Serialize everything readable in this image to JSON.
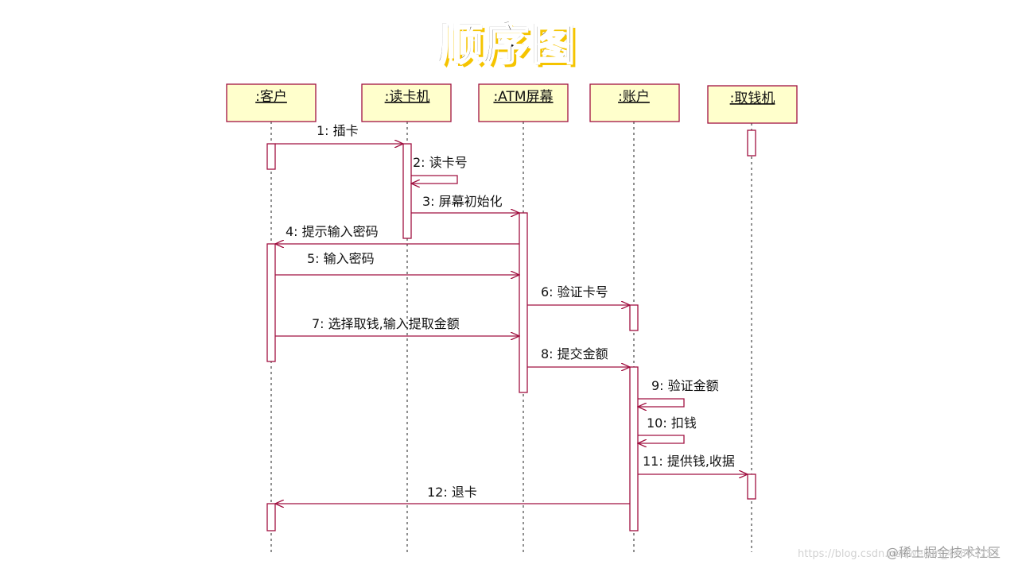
{
  "title": "顺序图",
  "colors": {
    "accent": "#a01040",
    "box_fill": "#ffffcc",
    "title_shadow": "#f5c400"
  },
  "objects": [
    ":客户",
    ":读卡机",
    ":ATM屏幕",
    ":账户",
    ":取钱机"
  ],
  "messages": [
    {
      "label": "1: 插卡"
    },
    {
      "label": "2: 读卡号"
    },
    {
      "label": "3: 屏幕初始化"
    },
    {
      "label": "4: 提示输入密码"
    },
    {
      "label": "5: 输入密码"
    },
    {
      "label": "6: 验证卡号"
    },
    {
      "label": "7: 选择取钱,输入提取金额"
    },
    {
      "label": "8: 提交金额"
    },
    {
      "label": "9: 验证金额"
    },
    {
      "label": "10: 扣钱"
    },
    {
      "label": "11: 提供钱,收据"
    },
    {
      "label": "12: 退卡"
    }
  ],
  "watermark": {
    "text": "@稀土掘金技术社区",
    "url": "https://blog.csdn.net/weixin_44803753"
  }
}
